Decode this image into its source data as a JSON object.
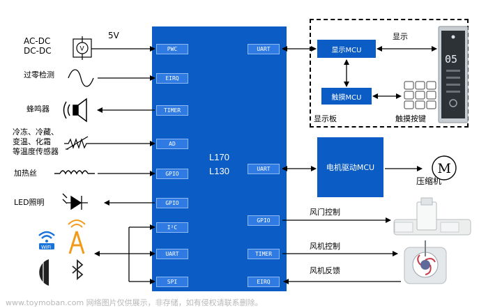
{
  "mcu": {
    "name_line1": "L170",
    "name_line2": "L130",
    "left_pins": [
      "PWC",
      "EIRQ",
      "TIMER",
      "AD",
      "GPIO",
      "GPIO",
      "I²C",
      "UART",
      "SPI"
    ],
    "right_pins": [
      "UART",
      "UART",
      "GPIO",
      "TIMER",
      "EIRQ"
    ]
  },
  "inputs": {
    "power_label_line1": "AC-DC",
    "power_label_line2": "DC-DC",
    "voltage": "5V",
    "zero_cross": "过零检测",
    "buzzer": "蜂鸣器",
    "temp_line1": "冷冻、冷藏、",
    "temp_line2": "变温、化霜",
    "temp_line3": "等温度传感器",
    "heater": "加热丝",
    "led": "LED照明"
  },
  "display_board": {
    "display_mcu": "显示MCU",
    "touch_mcu": "触摸MCU",
    "display_label": "显示",
    "board_label": "显示板",
    "touch_keys": "触摸按键",
    "panel_digits": "05"
  },
  "motor": {
    "driver": "电机驱动MCU",
    "symbol": "M",
    "compressor": "压缩机"
  },
  "outputs": {
    "damper": "风门控制",
    "fan_control": "风机控制",
    "fan_feedback": "风机反馈"
  },
  "wireless": {
    "wifi_label": "WiFi"
  },
  "watermark": "www.toymoban.com 网络图片仅供展示，非存储，如有侵权请联系删除。"
}
